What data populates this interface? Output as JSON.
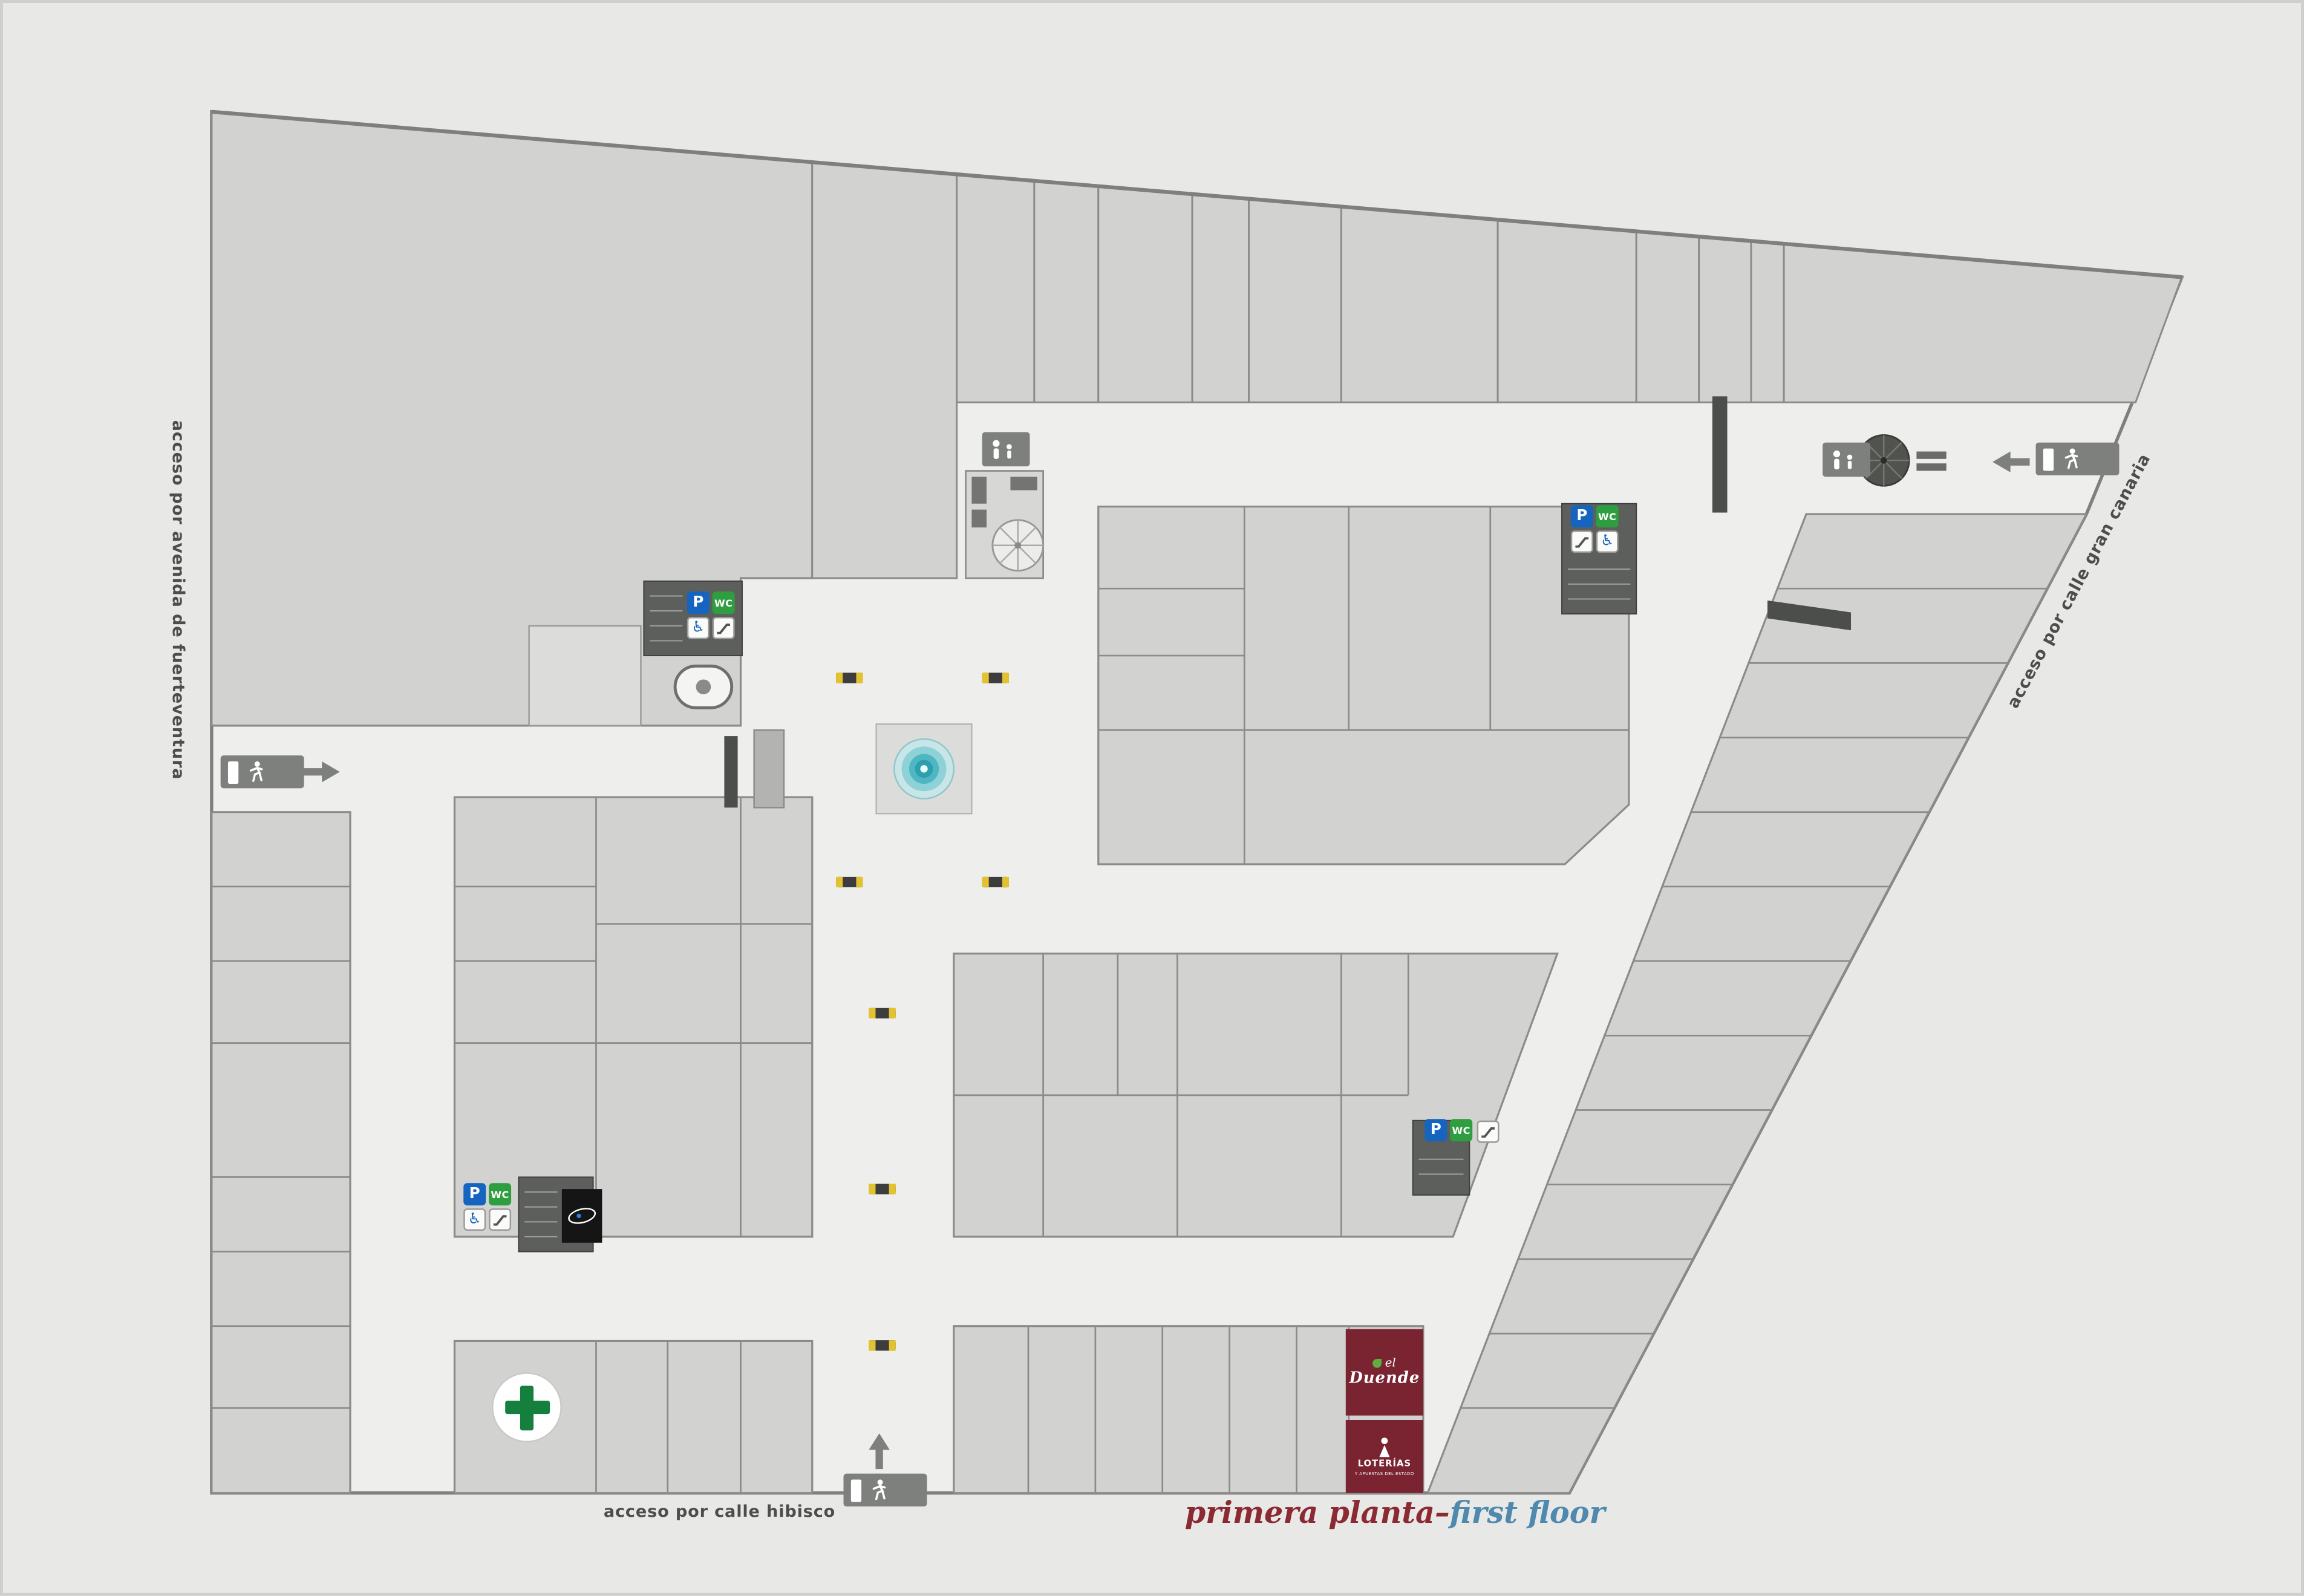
{
  "title": {
    "primera": "primera planta",
    "separator": "–",
    "first": "first floor"
  },
  "access": {
    "avenida": "acceso por avenida de fuerteventura",
    "hibisco": "acceso por calle hibisco",
    "gran_canaria": "acceso por calle gran canaria"
  },
  "signs": {
    "parking": "P",
    "wc": "WC"
  },
  "logos": {
    "duende_article": "el",
    "duende_name": "Duende",
    "loterias_title": "LOTERÍAS",
    "loterias_subtitle": "Y APUESTAS DEL ESTADO"
  },
  "icons": {
    "accessible": "♿",
    "parking": "P",
    "wc": "WC",
    "escalator": "diagonal-steps-shape",
    "stairs": "hatched-dark-rectangle",
    "exit": "door-and-running-person",
    "arrow_right": "solid-right-arrow",
    "arrow_left": "solid-left-arrow",
    "arrow_up": "solid-up-arrow",
    "fountain": "concentric-teal-circles",
    "bench": "dark-bar-with-yellow-ends",
    "parasol": "radial-umbrella-top",
    "baby_care": "adult-and-child-figures",
    "playground": "adult-and-child-figures",
    "pharmacy_cross": "green-cross-in-circle",
    "elevator": "rounded-cabin-outline",
    "photo_kiosk": "black-square-logo"
  },
  "colors": {
    "background": "#e8e8e6",
    "walkway": "#eeeeec",
    "unit_fill": "#d2d3d1",
    "unit_stroke": "#8b8c8a",
    "dark_block": "#5d5f5d",
    "parking_blue": "#1565c0",
    "wc_green": "#2f9e41",
    "duende_red": "#7a2331",
    "title_red": "#8c2a33",
    "title_blue": "#4f89ae",
    "pharmacy_green": "#157f3d",
    "fountain_teal": "#35aab6",
    "bench_yellow": "#e2c22f"
  }
}
